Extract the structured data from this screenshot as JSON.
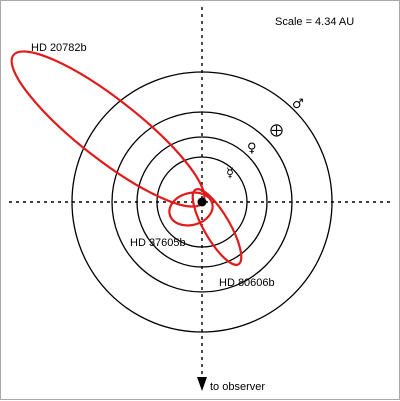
{
  "scale_label": "Scale = 4.34 AU",
  "observer_label": "to observer",
  "colors": {
    "exoplanet_orbit": "#e01b1b",
    "solar_orbit": "#000000",
    "background": "#ffffff"
  },
  "exoplanets": [
    {
      "label": "HD 20782b"
    },
    {
      "label": "HD 37605b"
    },
    {
      "label": "HD 80606b"
    }
  ],
  "solar_planets": [
    {
      "name": "Mercury",
      "symbol": "☿"
    },
    {
      "name": "Venus",
      "symbol": "♀"
    },
    {
      "name": "Earth",
      "symbol": "⨁"
    },
    {
      "name": "Mars",
      "symbol": "♂"
    }
  ]
}
